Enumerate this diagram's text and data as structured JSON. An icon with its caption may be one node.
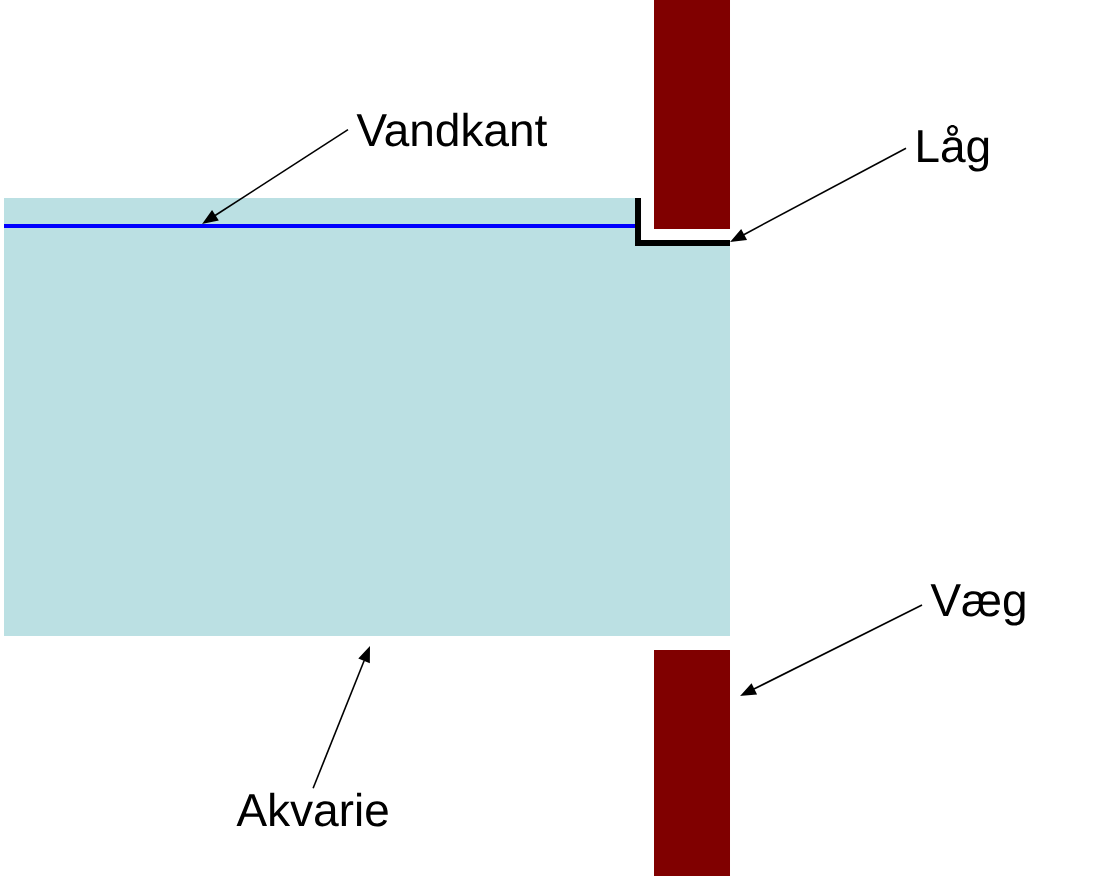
{
  "diagram": {
    "nodes": [
      {
        "text": [],
        "shape": "bar"
      },
      {
        "text": [
          "Vandkant"
        ]
      },
      {
        "text": [
          "Låg"
        ]
      },
      {
        "text": [],
        "shape": "box"
      },
      {
        "text": [],
        "shape": "line",
        "in": 3
      },
      {
        "text": [],
        "shape": "line",
        "in": 3
      },
      {
        "text": [
          "Væg"
        ]
      },
      {
        "text": [],
        "shape": "bar"
      },
      {
        "text": [
          "Akvarie"
        ]
      }
    ],
    "edges": [
      {
        "from": 1,
        "to": 4,
        "arrow": "to"
      },
      {
        "from": 2,
        "to": 5,
        "arrow": "to"
      },
      {
        "from": 6,
        "to": 7,
        "arrow": "to"
      },
      {
        "from": 8,
        "to": 3,
        "arrow": "to"
      }
    ]
  }
}
